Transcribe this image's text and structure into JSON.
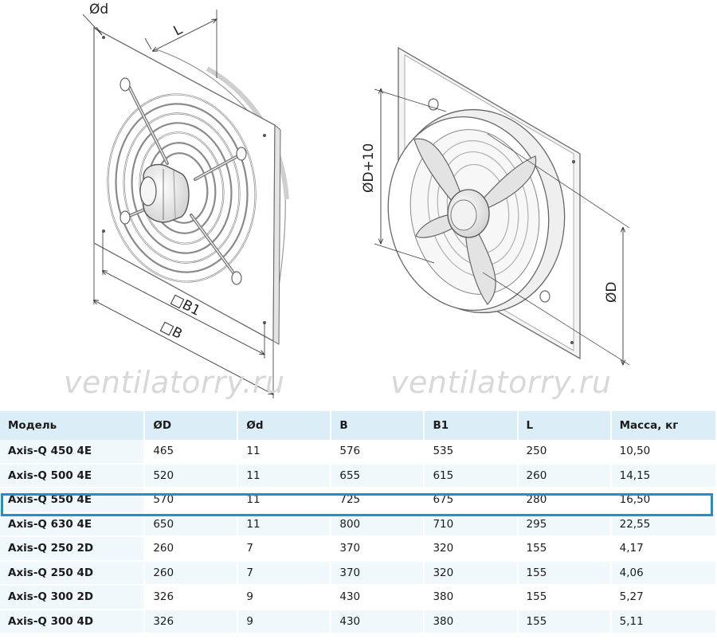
{
  "drawing": {
    "labels": {
      "d_small": "Ød",
      "L": "L",
      "B1": "□B1",
      "B": "□B",
      "D_plus": "ØD+10",
      "D": "ØD"
    },
    "watermark_left": "ventilatorry.ru",
    "watermark_right": "ventilatorry.ru"
  },
  "table": {
    "headers": [
      "Модель",
      "ØD",
      "Ød",
      "B",
      "B1",
      "L",
      "Масса, кг"
    ],
    "rows": [
      [
        "Axis-Q 450 4E",
        "465",
        "11",
        "576",
        "535",
        "250",
        "10,50"
      ],
      [
        "Axis-Q 500 4E",
        "520",
        "11",
        "655",
        "615",
        "260",
        "14,15"
      ],
      [
        "Axis-Q 550 4E",
        "570",
        "11",
        "725",
        "675",
        "280",
        "16,50"
      ],
      [
        "Axis-Q 630 4E",
        "650",
        "11",
        "800",
        "710",
        "295",
        "22,55"
      ],
      [
        "Axis-Q 250 2D",
        "260",
        "7",
        "370",
        "320",
        "155",
        "4,17"
      ],
      [
        "Axis-Q 250 4D",
        "260",
        "7",
        "370",
        "320",
        "155",
        "4,06"
      ],
      [
        "Axis-Q 300 2D",
        "326",
        "9",
        "430",
        "380",
        "155",
        "5,27"
      ],
      [
        "Axis-Q 300 4D",
        "326",
        "9",
        "430",
        "380",
        "155",
        "5,11"
      ]
    ],
    "highlighted_row": 2,
    "highlight_color": "#1f8fd3",
    "header_bg": "#dbeef8"
  }
}
